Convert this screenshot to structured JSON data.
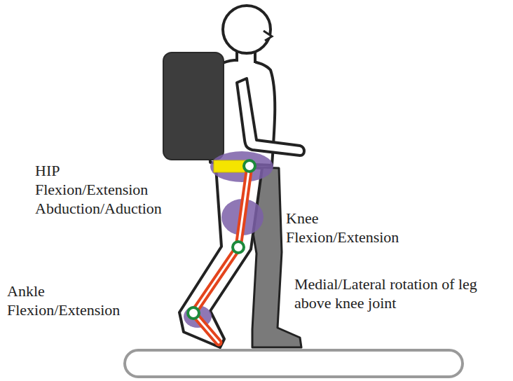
{
  "diagram": {
    "labels": [
      "HIP Flexion/Extension Abduction/Aduction",
      "Knee Flexion/Extension",
      "Ankle Flexion/Extension",
      "Medial/Lateral rotation of leg above knee joint"
    ]
  }
}
